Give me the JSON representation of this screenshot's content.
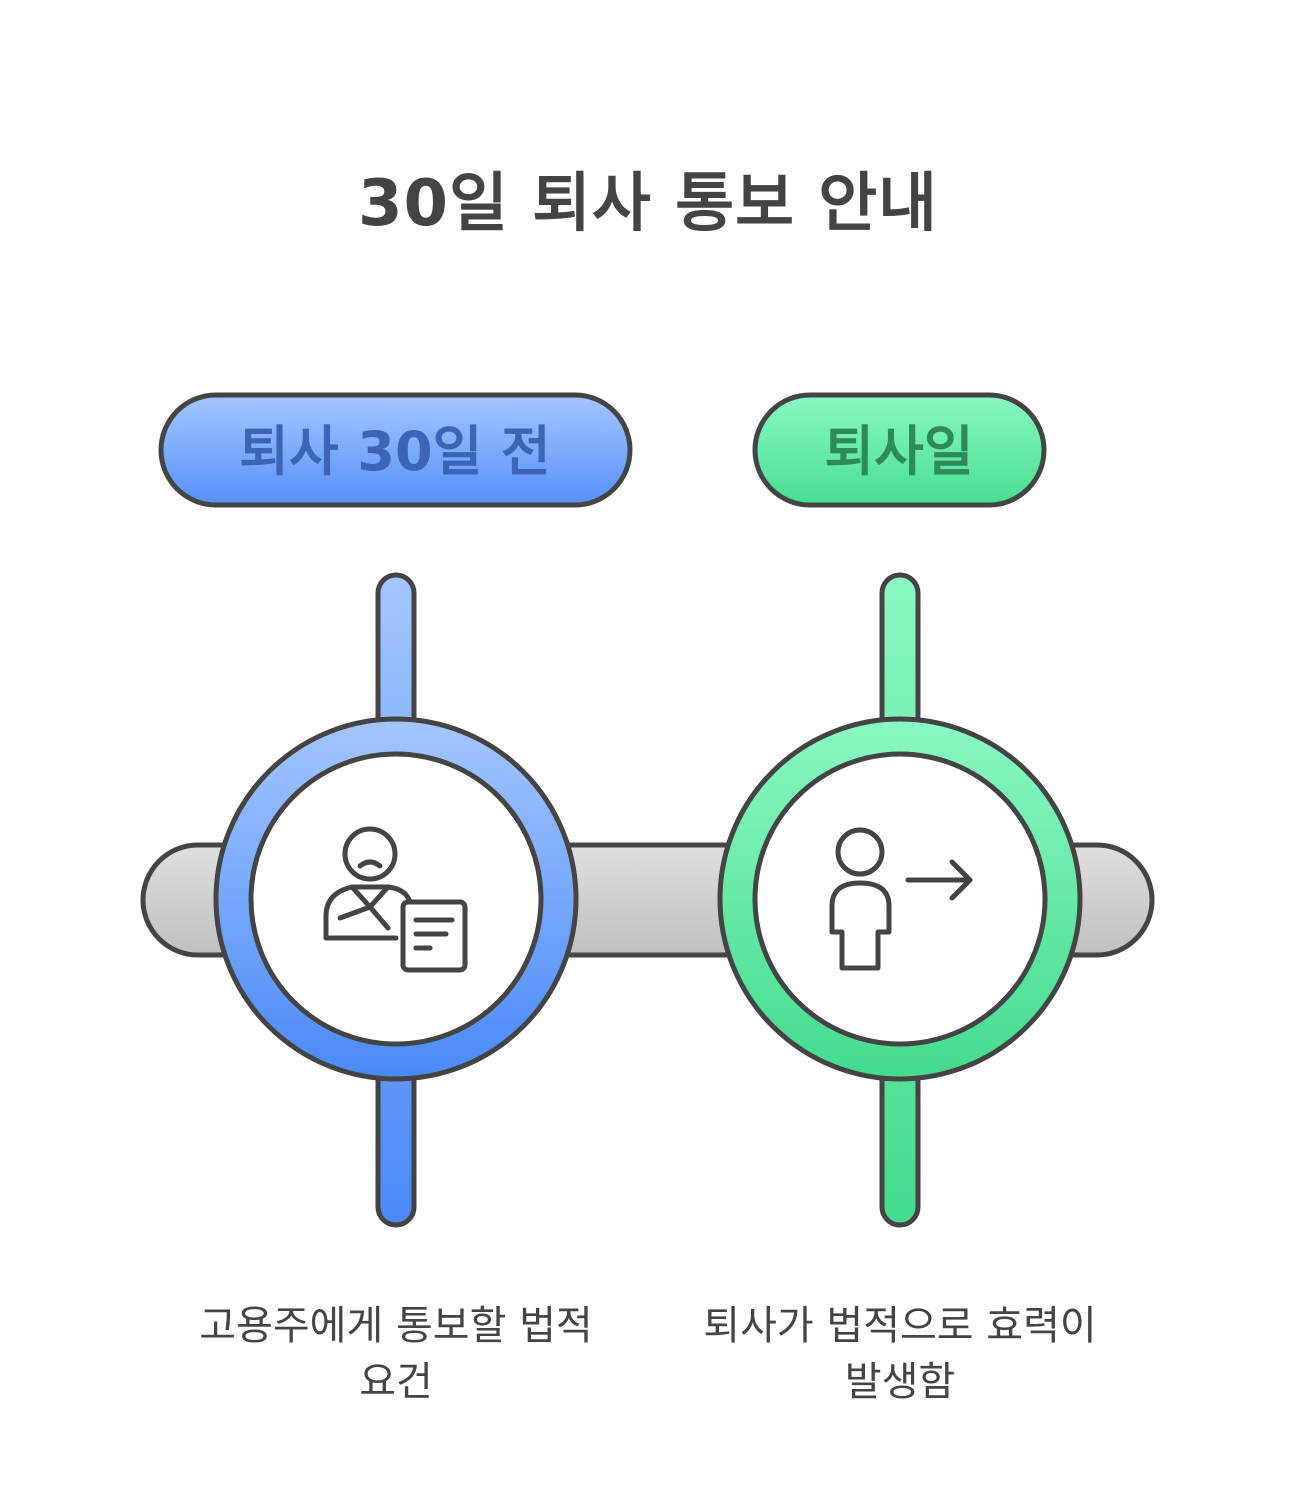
{
  "title": "30일 퇴사 통보 안내",
  "milestones": [
    {
      "label": "퇴사 30일 전",
      "description": "고용주에게 통보할 법적 요건",
      "icon": "employee-document-icon",
      "color": "#5b94fb"
    },
    {
      "label": "퇴사일",
      "description": "퇴사가 법적으로 효력이 발생함",
      "icon": "person-leaving-icon",
      "color": "#4fe39a"
    }
  ],
  "colors": {
    "outline": "#444444",
    "track": "#c8c8c8",
    "blue_light": "#9cc2ff",
    "blue_dark": "#4d8cf9",
    "green_light": "#82f7bf",
    "green_dark": "#45dc8f"
  }
}
